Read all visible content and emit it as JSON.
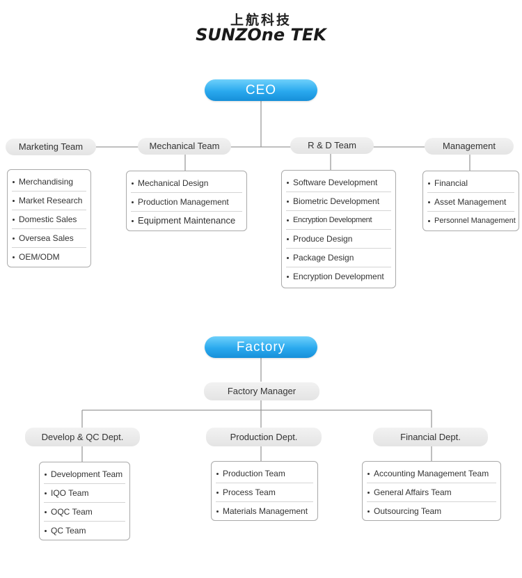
{
  "logo": {
    "cn_text": "上航科技",
    "en_text": "SUNZOne TEK"
  },
  "top": {
    "root": "CEO",
    "departments": [
      {
        "title": "Marketing Team",
        "items": [
          "Merchandising",
          "Market Research",
          "Domestic Sales",
          "Oversea Sales",
          "OEM/ODM"
        ]
      },
      {
        "title": "Mechanical Team",
        "items": [
          "Mechanical Design",
          "Production Management",
          "Equipment Maintenance"
        ]
      },
      {
        "title": "R & D Team",
        "items": [
          "Software Development",
          "Biometric Development",
          "Encryption Development",
          "Produce Design",
          "Package Design",
          "Encryption Development"
        ]
      },
      {
        "title": "Management",
        "items": [
          "Financial",
          "Asset Management",
          "Personnel Management"
        ]
      }
    ]
  },
  "factory": {
    "root": "Factory",
    "manager": "Factory Manager",
    "departments": [
      {
        "title": "Develop & QC Dept.",
        "items": [
          "Development Team",
          "IQO Team",
          "OQC Team",
          "QC Team"
        ]
      },
      {
        "title": "Production Dept.",
        "items": [
          "Production Team",
          "Process Team",
          "Materials Management"
        ]
      },
      {
        "title": "Financial Dept.",
        "items": [
          "Accounting Management Team",
          "General Affairs Team",
          "Outsourcing Team"
        ]
      }
    ]
  },
  "colors": {
    "pill_blue": "#2aa9ee",
    "pill_gray": "#e8e8e8",
    "connector": "#9a9a9a",
    "box_border": "#a9a9a9"
  }
}
